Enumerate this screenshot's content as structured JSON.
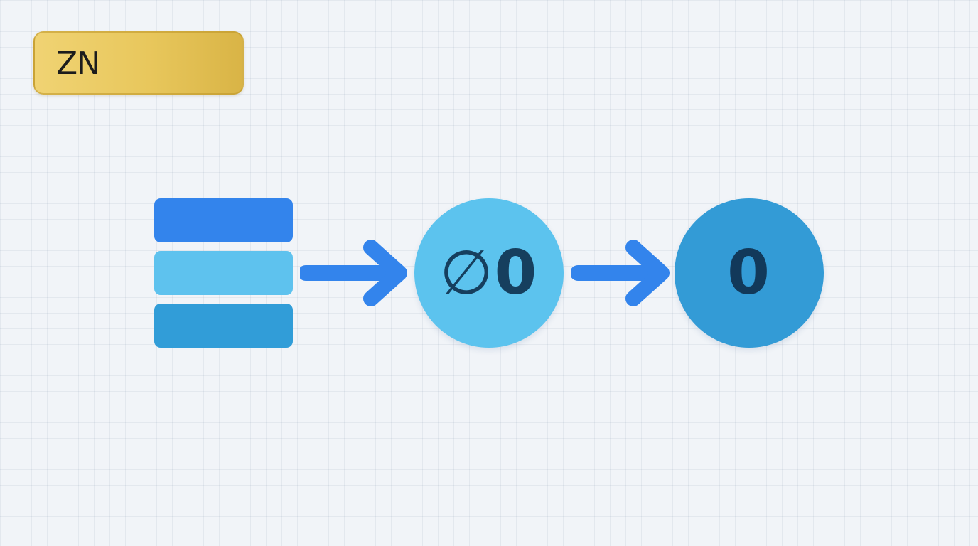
{
  "badge": {
    "label": "ZN",
    "color": "#e8c75c"
  },
  "stack": {
    "layers": [
      {
        "color": "#3384ec"
      },
      {
        "color": "#5ec2ee"
      },
      {
        "color": "#319dd8"
      }
    ]
  },
  "nodes": [
    {
      "symbol": "∅",
      "value": "0",
      "color": "#5cc3ee"
    },
    {
      "value": "0",
      "color": "#339bd6"
    }
  ],
  "arrow_color": "#3384ec",
  "background_color": "#f1f4f8"
}
